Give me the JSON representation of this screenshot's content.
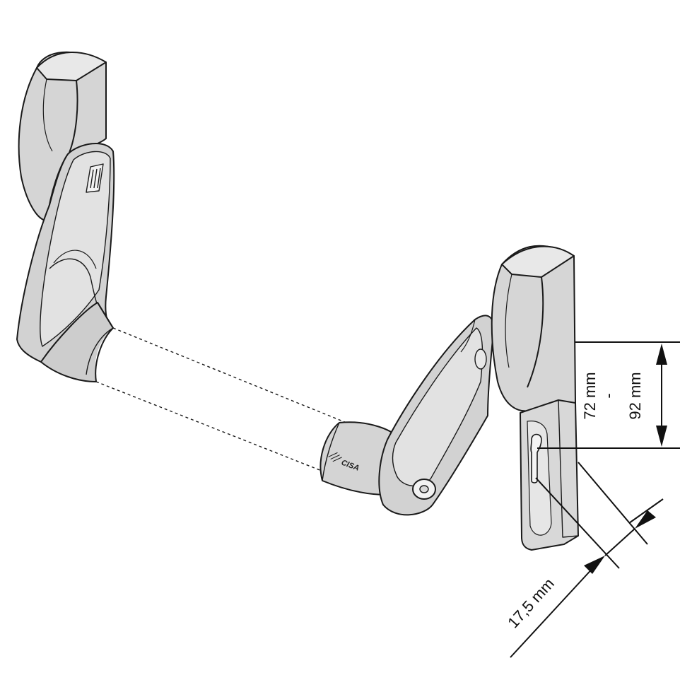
{
  "brand": {
    "logo_text": "CISA"
  },
  "dimensions": {
    "height_range_top": "72 mm",
    "height_range_sep": "-",
    "height_range_bottom": "92 mm",
    "cylinder_offset": "17,5 mm"
  },
  "colors": {
    "metal_fill": "#d8d8d8",
    "metal_light": "#e6e6e6",
    "metal_dark": "#bcbcbc",
    "outline": "#1a1a1a",
    "bar": "#ffffff"
  }
}
